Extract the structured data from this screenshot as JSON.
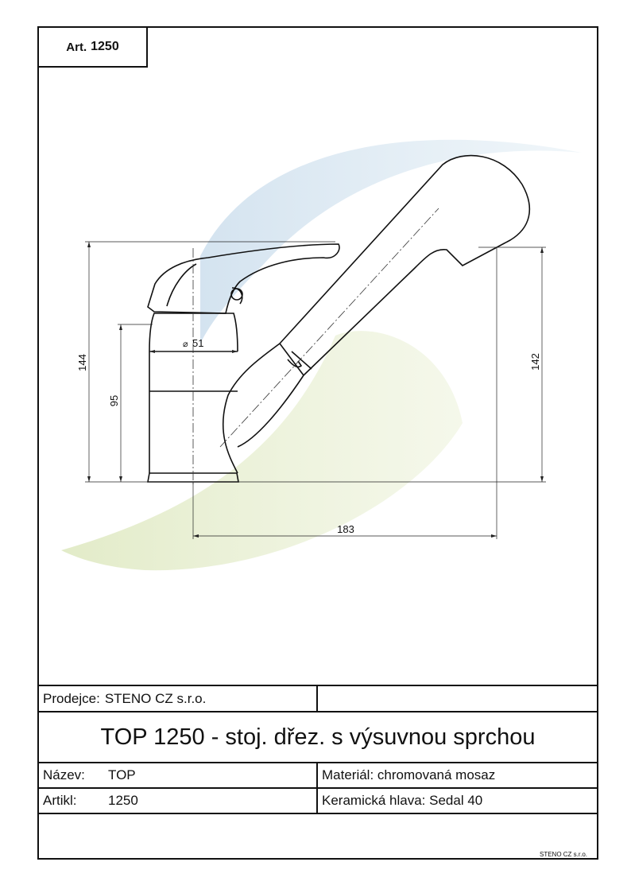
{
  "header": {
    "art_prefix": "Art.",
    "art_number": "1250"
  },
  "dimensions": {
    "height_total": "144",
    "height_body": "95",
    "height_spout": "142",
    "diameter": "51",
    "reach": "183"
  },
  "table": {
    "seller_label": "Prodejce:",
    "seller_value": "STENO CZ s.r.o.",
    "seller_right": "",
    "title": "TOP 1250 - stoj. dřez. s výsuvnou sprchou",
    "name_label": "Název:",
    "name_value": "TOP",
    "material": "Materiál: chromovaná mosaz",
    "article_label": "Artikl:",
    "article_value": "1250",
    "cartridge": "Keramická hlava: Sedal 40",
    "footer": "STENO CZ s.r.o."
  },
  "colors": {
    "watermark_blue": "#d8e6f0",
    "watermark_green": "#e6efcf",
    "line": "#111111"
  }
}
